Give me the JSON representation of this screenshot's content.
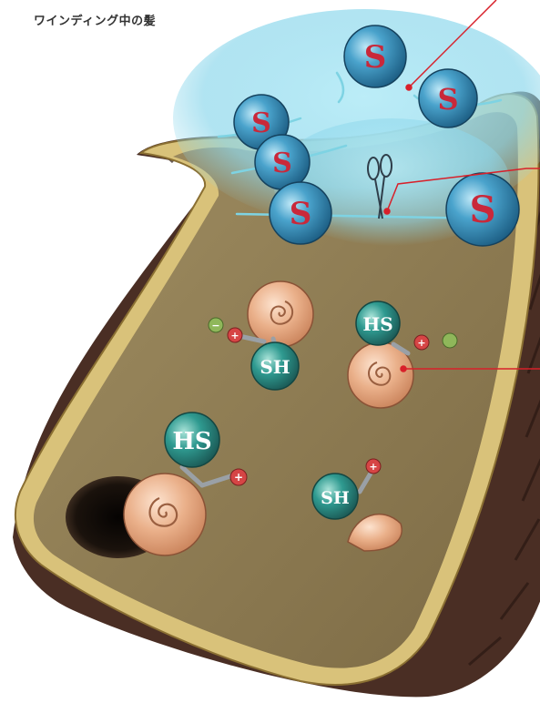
{
  "title": "ワインディング中の髪",
  "glyphs": {
    "disulfide": "S",
    "thiol_left": "HS",
    "thiol_right": "SH"
  },
  "colors": {
    "hair_interior": "#8b7a52",
    "hair_rim": "#d9c27a",
    "hair_cuticle": "#4a2e24",
    "sulfur_ball": "#3a8bb3",
    "thiol_ball": "#2f8a82",
    "lanthionine_ball": "#eab08a",
    "water_mist": "#8fd8ec",
    "callout_line": "#d8202a",
    "charge_plus": "#d64545",
    "charge_minus": "#8fb75a"
  }
}
